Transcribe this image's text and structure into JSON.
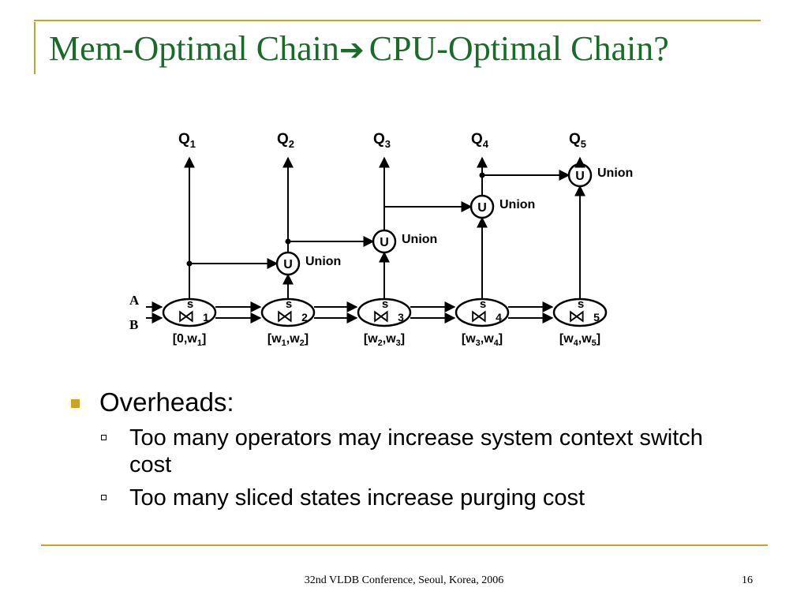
{
  "title": {
    "left": "Mem-Optimal Chain",
    "arrow": "➔",
    "right": "CPU-Optimal Chain?"
  },
  "diagram": {
    "queries": [
      {
        "main": "Q",
        "sub": "1"
      },
      {
        "main": "Q",
        "sub": "2"
      },
      {
        "main": "Q",
        "sub": "3"
      },
      {
        "main": "Q",
        "sub": "4"
      },
      {
        "main": "Q",
        "sub": "5"
      }
    ],
    "union_label": "Union",
    "union_symbol": "U",
    "inputs": [
      "A",
      "B"
    ],
    "joins": [
      {
        "s": "s",
        "sym": "⋈",
        "sub": "1"
      },
      {
        "s": "s",
        "sym": "⋈",
        "sub": "2"
      },
      {
        "s": "s",
        "sym": "⋈",
        "sub": "3"
      },
      {
        "s": "s",
        "sym": "⋈",
        "sub": "4"
      },
      {
        "s": "s",
        "sym": "⋈",
        "sub": "5"
      }
    ],
    "windows": [
      [
        {
          "t": "[0,w"
        },
        {
          "t": "1",
          "sub": true
        },
        {
          "t": "]"
        }
      ],
      [
        {
          "t": "[w"
        },
        {
          "t": "1",
          "sub": true
        },
        {
          "t": ",w"
        },
        {
          "t": "2",
          "sub": true
        },
        {
          "t": "]"
        }
      ],
      [
        {
          "t": "[w"
        },
        {
          "t": "2",
          "sub": true
        },
        {
          "t": ",w"
        },
        {
          "t": "3",
          "sub": true
        },
        {
          "t": "]"
        }
      ],
      [
        {
          "t": "[w"
        },
        {
          "t": "3",
          "sub": true
        },
        {
          "t": ",w"
        },
        {
          "t": "4",
          "sub": true
        },
        {
          "t": "]"
        }
      ],
      [
        {
          "t": "[w"
        },
        {
          "t": "4",
          "sub": true
        },
        {
          "t": ",w"
        },
        {
          "t": "5",
          "sub": true
        },
        {
          "t": "]"
        }
      ]
    ]
  },
  "bullets": {
    "main": "Overheads:",
    "subs": [
      "Too many operators may increase system context switch cost",
      "Too many sliced states increase purging cost"
    ]
  },
  "footer": {
    "text": "32nd VLDB Conference, Seoul, Korea, 2006",
    "page": "16"
  }
}
